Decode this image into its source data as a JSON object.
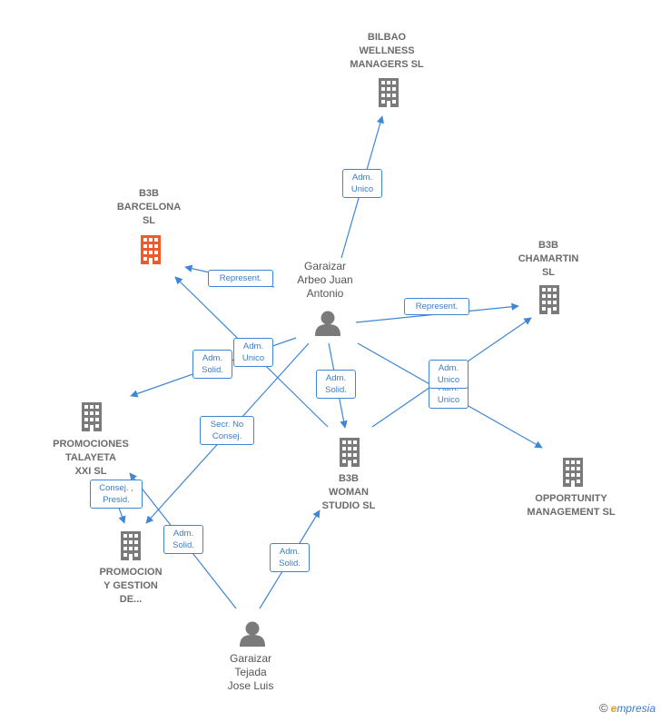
{
  "colors": {
    "edge": "#3f86d4",
    "company": "#7a7a7a",
    "highlight": "#f05a28",
    "person": "#7a7a7a"
  },
  "nodes": {
    "bilbao": {
      "label": "BILBAO\nWELLNESS\nMANAGERS SL",
      "icon": "building-icon"
    },
    "b3b_barcelona": {
      "label": "B3B\nBARCELONA\nSL",
      "icon": "building-icon",
      "highlight": true
    },
    "garaizar_juan": {
      "label": "Garaizar\nArbeo Juan\nAntonio",
      "icon": "person-icon"
    },
    "b3b_chamartin": {
      "label": "B3B\nCHAMARTIN\nSL",
      "icon": "building-icon"
    },
    "promociones_talayeta": {
      "label": "PROMOCIONES\nTALAYETA\nXXI SL",
      "icon": "building-icon"
    },
    "b3b_woman": {
      "label": "B3B\nWOMAN\nSTUDIO  SL",
      "icon": "building-icon"
    },
    "opportunity": {
      "label": "OPPORTUNITY\nMANAGEMENT SL",
      "icon": "building-icon"
    },
    "promocion_gestion": {
      "label": "PROMOCION\nY GESTION\nDE...",
      "icon": "building-icon"
    },
    "garaizar_jose": {
      "label": "Garaizar\nTejada\nJose Luis",
      "icon": "person-icon"
    }
  },
  "edge_labels": {
    "e1": "Adm.\nUnico",
    "e2": "Represent.",
    "e3": "Represent.",
    "e4": "Adm.\nUnico",
    "e5": "Adm.\nSolid.",
    "e6": "Adm.\nSolid.",
    "e7": "Secr.  No\nConsej.",
    "e8": "Adm.\nUnico",
    "e8b": "Adm.\nUnico",
    "e9": "Consej. ,\nPresid.",
    "e10": "Adm.\nSolid.",
    "e11": "Adm.\nSolid."
  },
  "footer": {
    "copyright_symbol": "©",
    "brand_e": "e",
    "brand_rest": "mpresia"
  }
}
